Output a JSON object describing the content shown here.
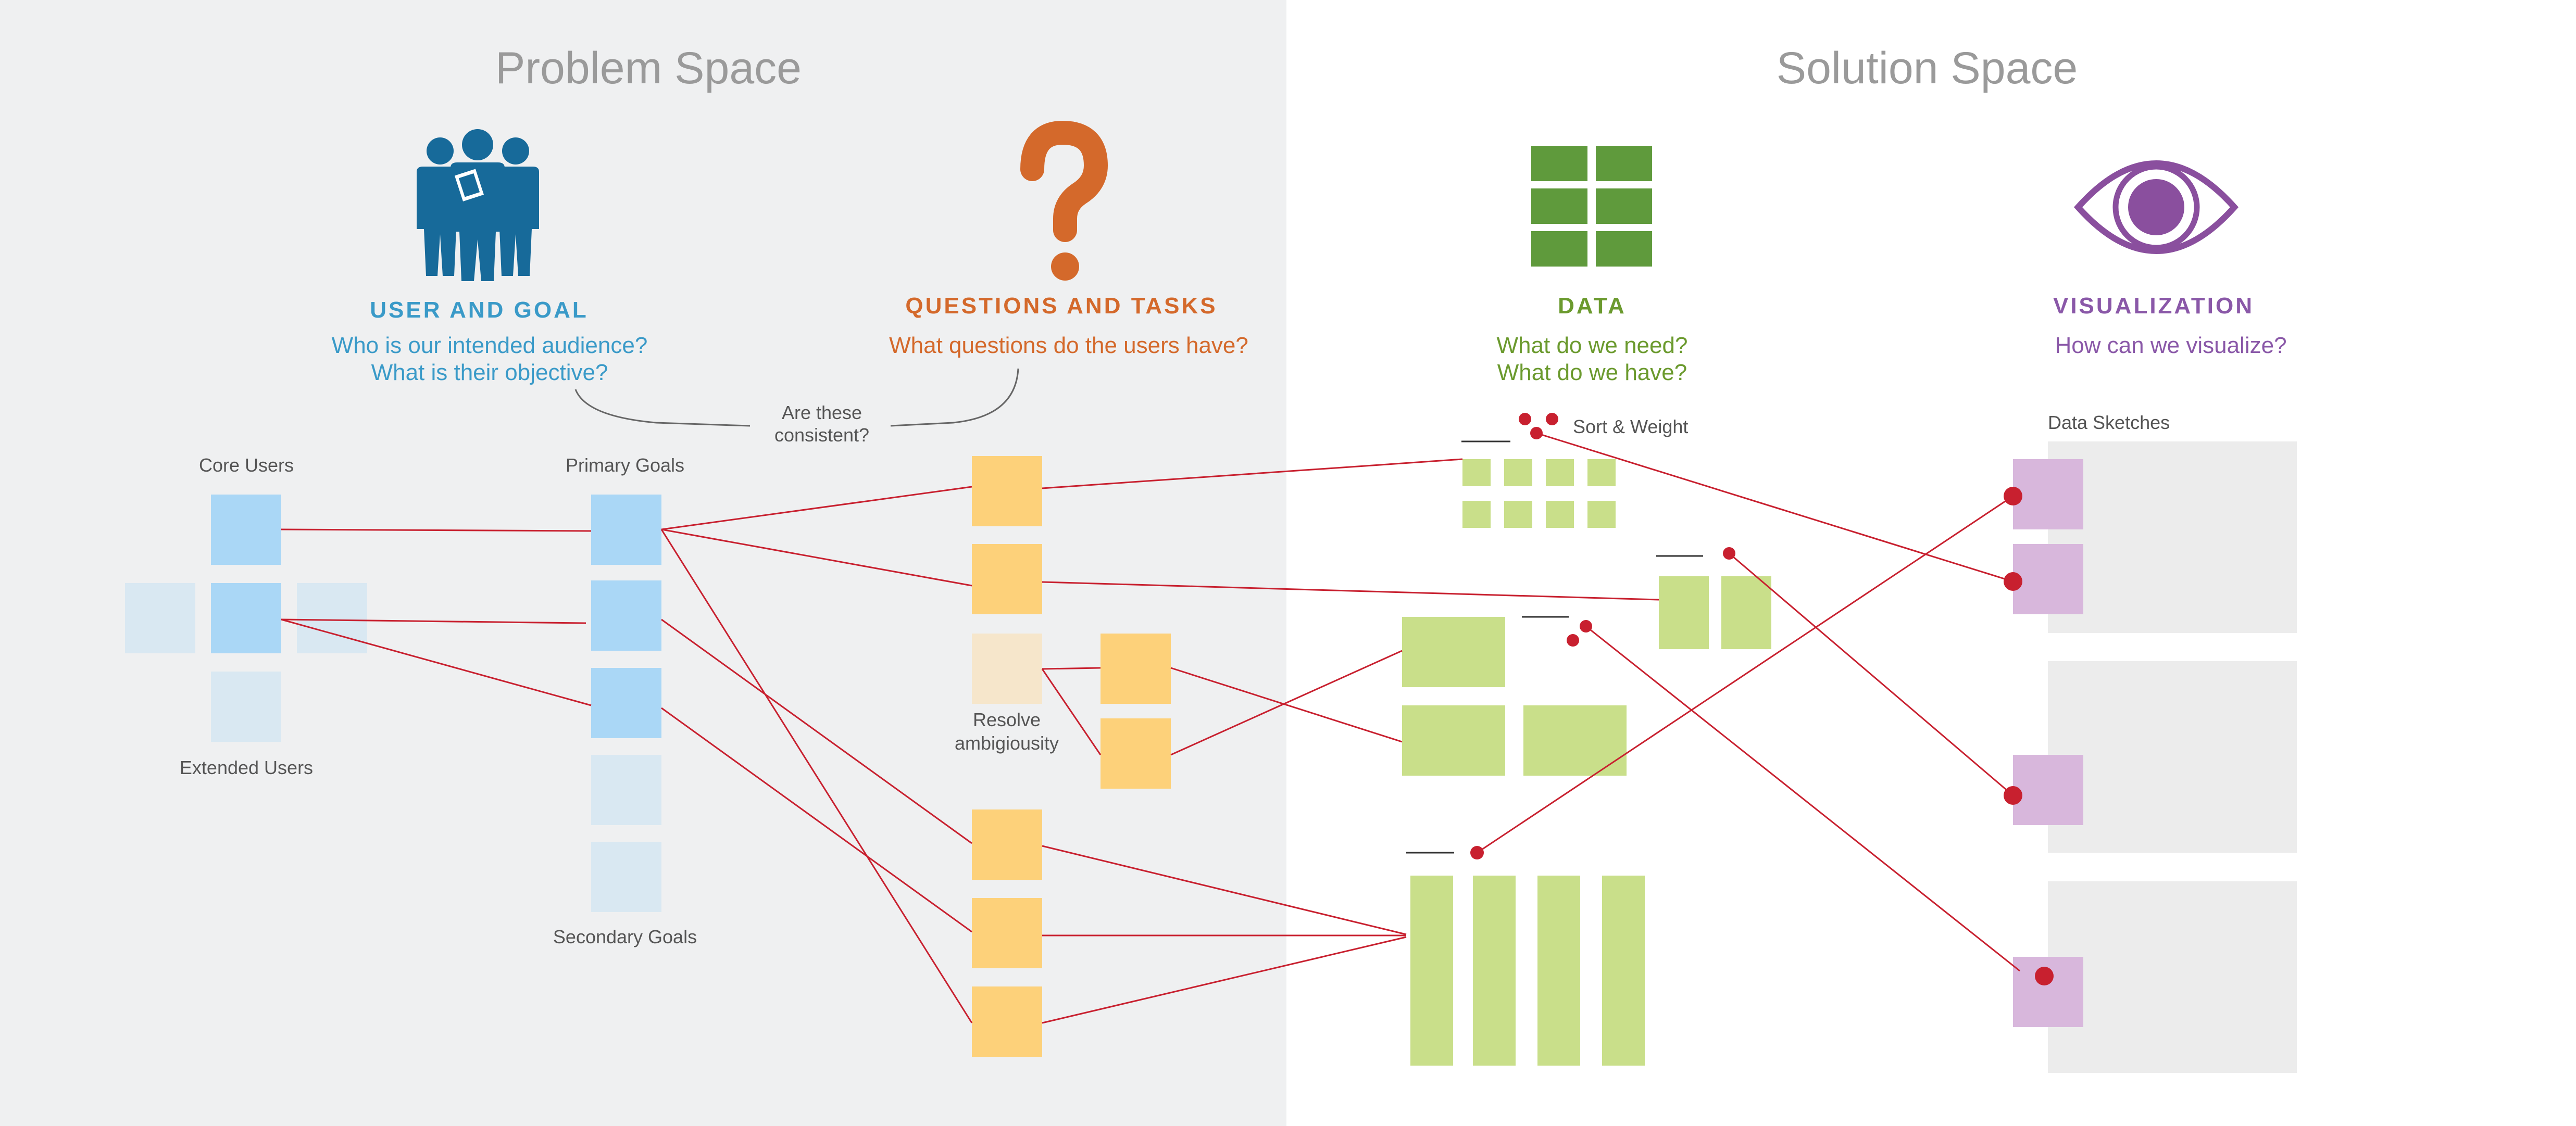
{
  "colors": {
    "problem_bg": "#eff0f1",
    "solution_bg": "#ffffff",
    "user_blue": "#176a9a",
    "user_text": "#3a9ac8",
    "question_orange": "#d4692b",
    "data_green": "#5f9a3c",
    "data_text": "#6b9a2e",
    "viz_purple": "#8a4f9e",
    "viz_text": "#8a58a8",
    "core_blue": "#aad7f6",
    "pale_blue": "#d9e8f2",
    "task_yellow": "#fdd17a",
    "pale_yellow": "#f6e6cb",
    "light_green": "#c9df8a",
    "light_purple": "#d8b7dc",
    "sketch_gray": "#ececec",
    "connector_red": "#c8202f",
    "label_gray": "#555555",
    "space_title_gray": "#9a9a9a"
  },
  "spaces": {
    "problem": "Problem Space",
    "solution": "Solution Space"
  },
  "columns": {
    "user": {
      "heading": "USER AND GOAL",
      "line1": "Who is our intended audience?",
      "line2": "What is their objective?",
      "icon": "people-icon"
    },
    "questions": {
      "heading": "QUESTIONS AND TASKS",
      "line1": "What questions do the users have?",
      "icon": "question-mark-icon"
    },
    "data": {
      "heading": "DATA",
      "line1": "What do we need?",
      "line2": "What do we have?",
      "icon": "table-grid-icon"
    },
    "visualization": {
      "heading": "VISUALIZATION",
      "line1": "How can we visualize?",
      "icon": "eye-icon"
    }
  },
  "consistency": {
    "line1": "Are these",
    "line2": "consistent?"
  },
  "labels": {
    "core_users": "Core Users",
    "extended_users": "Extended Users",
    "primary_goals": "Primary Goals",
    "secondary_goals": "Secondary Goals",
    "resolve_line1": "Resolve",
    "resolve_line2": "ambigiousity",
    "sort_weight": "Sort & Weight",
    "data_sketches": "Data Sketches"
  }
}
